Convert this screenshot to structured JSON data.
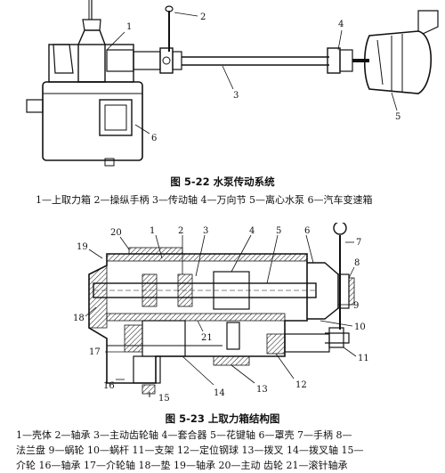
{
  "figure1": {
    "caption": "图 5-22  水泵传动系统",
    "legend": "1—上取力箱  2—操纵手柄  3—传动轴  4—万向节  5—离心水泵  6—汽车变速箱",
    "callouts": [
      "1",
      "2",
      "3",
      "4",
      "5",
      "6"
    ]
  },
  "figure2": {
    "caption": "图 5-23  上取力箱结构图",
    "legend_lines": [
      "1—壳体  2—轴承  3—主动齿轮轴  4—套合器  5—花键轴  6—罩壳  7—手柄  8—",
      "法兰盘  9—蜗轮  10—蜗杆  11—支架  12—定位钢球  13—拨叉  14—拨叉轴  15—",
      "介轮  16—轴承  17—介轮轴  18—垫  19—轴承  20—主动  齿轮  21—滚针轴承"
    ],
    "callouts": [
      "1",
      "2",
      "3",
      "4",
      "5",
      "6",
      "7",
      "8",
      "9",
      "10",
      "11",
      "12",
      "13",
      "14",
      "15",
      "16",
      "17",
      "18",
      "19",
      "20",
      "21"
    ]
  }
}
